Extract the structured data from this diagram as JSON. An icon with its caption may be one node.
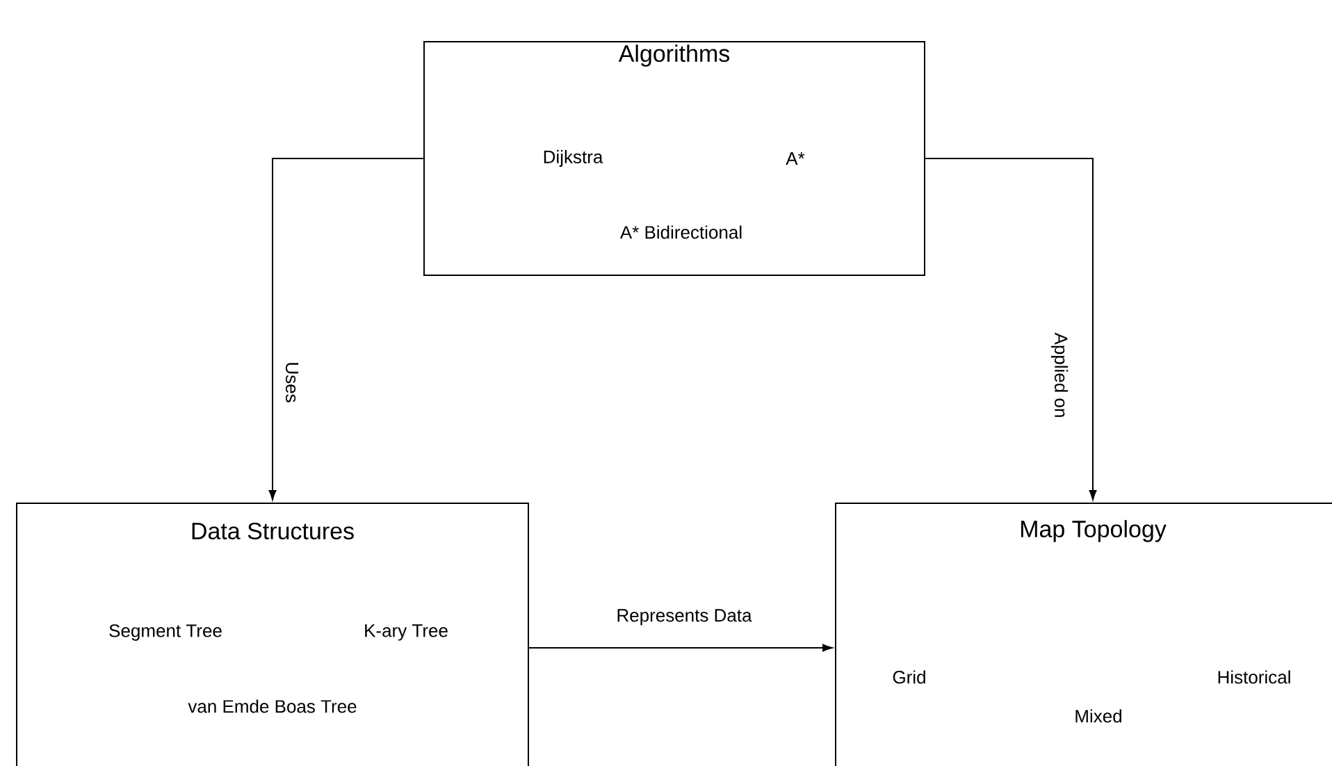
{
  "diagram": {
    "nodes": [
      {
        "text": [
          "Algorithms",
          "Dijkstra",
          "A*",
          "A* Bidirectional"
        ]
      },
      {
        "text": [
          "Data Structures",
          "Segment Tree",
          "K-ary Tree",
          "van Emde Boas Tree"
        ]
      },
      {
        "text": [
          "Map Topology",
          "Grid",
          "Mixed",
          "Historical"
        ]
      }
    ],
    "edges": [
      {
        "from": 0,
        "to": 1,
        "arrow": "to",
        "label": "Uses"
      },
      {
        "from": 0,
        "to": 2,
        "arrow": "to",
        "label": "Applied on"
      },
      {
        "from": 1,
        "to": 2,
        "arrow": "to",
        "label": "Represents Data"
      }
    ]
  }
}
